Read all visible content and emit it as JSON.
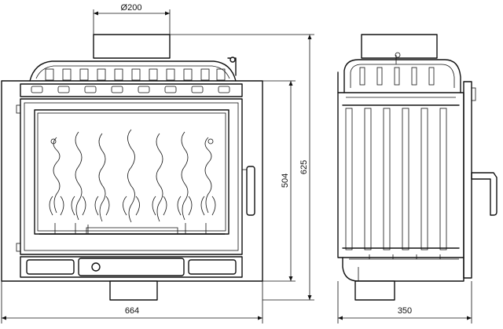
{
  "dimensions": {
    "flue_diameter": "Ø200",
    "overall_width": "664",
    "door_height": "504",
    "overall_height": "625",
    "depth": "350"
  },
  "colors": {
    "line": "#111111",
    "background": "#ffffff"
  }
}
